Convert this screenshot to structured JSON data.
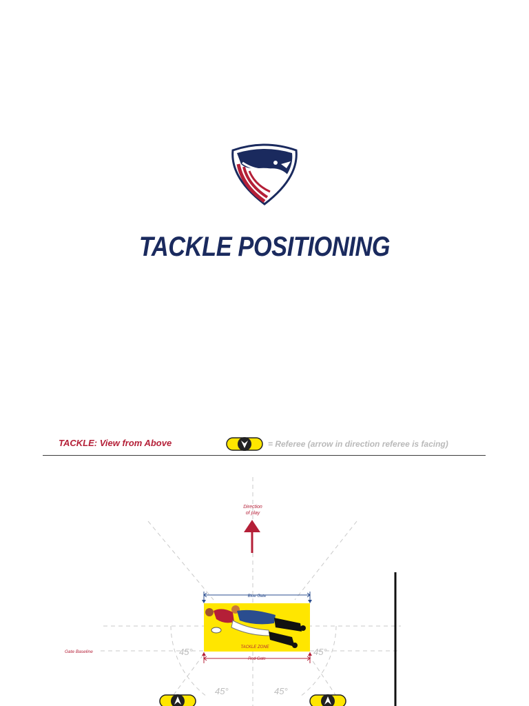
{
  "header": {
    "title": "TACKLE POSITIONING"
  },
  "section": {
    "title": "TACKLE: View from Above",
    "legend_text": "= Referee (arrow in direction referee is facing)"
  },
  "diagram": {
    "direction_label_line1": "Direction",
    "direction_label_line2": "of play",
    "blue_gate_label": "Blue Gate",
    "red_gate_label": "Red Gate",
    "tackle_zone_label": "TACKLE ZONE",
    "gate_baseline_label": "Gate Baseline",
    "angle_labels": [
      "45°",
      "45°",
      "45°",
      "45°"
    ]
  },
  "colors": {
    "navy": "#1a2a5e",
    "red": "#b41f37",
    "yellow": "#ffe600",
    "gray_line": "#bdbdbd",
    "blue_gate": "#2a4d8f"
  },
  "icons": [
    "eagle-shield-logo-icon",
    "referee-icon",
    "direction-arrow-icon"
  ]
}
